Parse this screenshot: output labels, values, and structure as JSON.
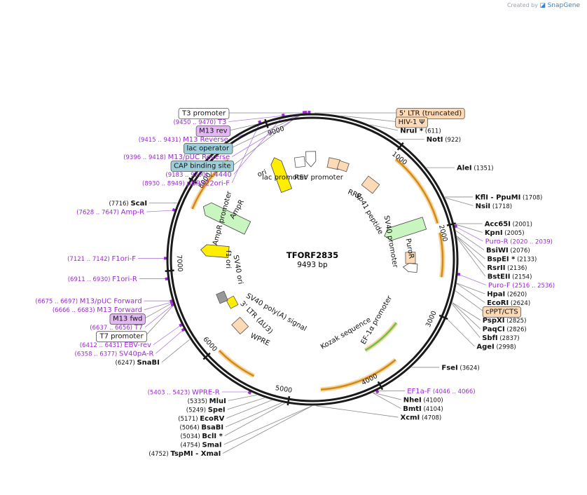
{
  "app": {
    "brand_prefix": "Created by",
    "brand_name": "SnapGene"
  },
  "plasmid": {
    "name": "TFORF2835",
    "length": "9493 bp",
    "total_bp": 9493
  },
  "colors": {
    "backbone": "#1a1a1a",
    "site": "#111111",
    "primer": "#9c27d4",
    "leader": "#7b7b7b",
    "cds_orange": "#f2b24a",
    "peach": "#fdd9b5",
    "lightgreen": "#c8f5c0",
    "yellow": "#ffee00",
    "blue_box": "#9ecfd8"
  },
  "ticks": [
    {
      "bp": 1000,
      "label": "1000"
    },
    {
      "bp": 2000,
      "label": "2000"
    },
    {
      "bp": 3000,
      "label": "3000"
    },
    {
      "bp": 4000,
      "label": "4000"
    },
    {
      "bp": 5000,
      "label": "5000"
    },
    {
      "bp": 6000,
      "label": "6000"
    },
    {
      "bp": 7000,
      "label": "7000"
    },
    {
      "bp": 8000,
      "label": "8000"
    },
    {
      "bp": 9000,
      "label": "9000"
    }
  ],
  "labels": [
    {
      "kind": "primer",
      "pre": "(9450 .. 9470)",
      "name": "T3",
      "bp": 9460
    },
    {
      "kind": "box",
      "style": "purple",
      "name": "M13 rev",
      "bp": 9440
    },
    {
      "kind": "primer",
      "pre": "(9415 .. 9431)",
      "name": "M13 Reverse",
      "bp": 9423
    },
    {
      "kind": "box",
      "style": "blue",
      "name": "lac operator",
      "bp": 9410
    },
    {
      "kind": "primer",
      "pre": "(9396 .. 9418)",
      "name": "M13/pUC Reverse",
      "bp": 9407
    },
    {
      "kind": "box",
      "style": "blue",
      "name": "CAP binding site",
      "bp": 9380
    },
    {
      "kind": "primer",
      "pre": "(9183 .. 9200)",
      "name": "L4440",
      "bp": 9191
    },
    {
      "kind": "primer",
      "pre": "(8930 .. 8949)",
      "name": "pBR322ori-F",
      "bp": 8939
    },
    {
      "kind": "box",
      "style": "white",
      "name": "T3 promoter",
      "bp": 9470
    },
    {
      "kind": "box",
      "style": "peach",
      "name": "5' LTR (truncated)",
      "bp": 20
    },
    {
      "kind": "box",
      "style": "peach",
      "name": "HIV-1 Ψ",
      "bp": 300
    },
    {
      "kind": "site",
      "name": "NruI",
      "star": true,
      "post": "(611)",
      "bp": 611
    },
    {
      "kind": "site",
      "name": "NotI",
      "post": "(922)",
      "bp": 922
    },
    {
      "kind": "site",
      "name": "AleI",
      "post": "(1351)",
      "bp": 1351
    },
    {
      "kind": "site",
      "name": "KflI",
      "extra": "-  PpuMI",
      "post": "(1708)",
      "bp": 1708
    },
    {
      "kind": "site",
      "name": "NsiI",
      "post": "(1718)",
      "bp": 1718
    },
    {
      "kind": "site",
      "name": "Acc65I",
      "post": "(2001)",
      "bp": 2001
    },
    {
      "kind": "site",
      "name": "KpnI",
      "post": "(2005)",
      "bp": 2005
    },
    {
      "kind": "primer",
      "name": "Puro-R",
      "post": "(2020 .. 2039)",
      "bp": 2030
    },
    {
      "kind": "site",
      "name": "BsiWI",
      "post": "(2076)",
      "bp": 2076
    },
    {
      "kind": "site",
      "name": "BspEI",
      "star": true,
      "post": "(2133)",
      "bp": 2133
    },
    {
      "kind": "site",
      "name": "RsrII",
      "post": "(2136)",
      "bp": 2136
    },
    {
      "kind": "site",
      "name": "BstEII",
      "post": "(2154)",
      "bp": 2154
    },
    {
      "kind": "primer",
      "name": "Puro-F",
      "post": "(2516 .. 2536)",
      "bp": 2526
    },
    {
      "kind": "site",
      "name": "HpaI",
      "post": "(2620)",
      "bp": 2620
    },
    {
      "kind": "site",
      "name": "EcoRI",
      "post": "(2624)",
      "bp": 2624
    },
    {
      "kind": "box",
      "style": "peach",
      "name": "cPPT/CTS",
      "bp": 2700
    },
    {
      "kind": "site",
      "name": "PspXI",
      "post": "(2825)",
      "bp": 2825
    },
    {
      "kind": "site",
      "name": "PaqCI",
      "post": "(2826)",
      "bp": 2826
    },
    {
      "kind": "site",
      "name": "SbfI",
      "post": "(2837)",
      "bp": 2837
    },
    {
      "kind": "site",
      "name": "AgeI",
      "post": "(2998)",
      "bp": 2998
    },
    {
      "kind": "site",
      "name": "FseI",
      "post": "(3624)",
      "bp": 3624
    },
    {
      "kind": "primer",
      "name": "EF1a-F",
      "post": "(4046 .. 4066)",
      "bp": 4056
    },
    {
      "kind": "site",
      "name": "NheI",
      "post": "(4100)",
      "bp": 4100
    },
    {
      "kind": "site",
      "name": "BmtI",
      "post": "(4104)",
      "bp": 4104
    },
    {
      "kind": "site",
      "name": "XcmI",
      "post": "(4708)",
      "bp": 4708
    },
    {
      "kind": "site",
      "pre": "(4754)",
      "name": "SmaI",
      "bp": 4754
    },
    {
      "kind": "site",
      "pre": "(4752)",
      "name": "TspMI",
      "extra": "-  XmaI",
      "bp": 4752
    },
    {
      "kind": "site",
      "pre": "(5034)",
      "name": "BclI",
      "star": true,
      "bp": 5034
    },
    {
      "kind": "site",
      "pre": "(5064)",
      "name": "BsaBI",
      "bp": 5064
    },
    {
      "kind": "site",
      "pre": "(5171)",
      "name": "EcoRV",
      "bp": 5171
    },
    {
      "kind": "site",
      "pre": "(5249)",
      "name": "SpeI",
      "bp": 5249
    },
    {
      "kind": "site",
      "pre": "(5335)",
      "name": "MluI",
      "bp": 5335
    },
    {
      "kind": "primer",
      "pre": "(5403 .. 5423)",
      "name": "WPRE-R",
      "bp": 5413
    },
    {
      "kind": "site",
      "pre": "(6247)",
      "name": "SnaBI",
      "bp": 6247
    },
    {
      "kind": "primer",
      "pre": "(6358 .. 6377)",
      "name": "SV40pA-R",
      "bp": 6367
    },
    {
      "kind": "primer",
      "pre": "(6412 .. 6431)",
      "name": "EBV-rev",
      "bp": 6421
    },
    {
      "kind": "box",
      "style": "white",
      "name": "T7 promoter",
      "bp": 6637
    },
    {
      "kind": "primer",
      "pre": "(6637 .. 6656)",
      "name": "T7",
      "bp": 6646
    },
    {
      "kind": "box",
      "style": "purple",
      "name": "M13 fwd",
      "bp": 6666
    },
    {
      "kind": "primer",
      "pre": "(6666 .. 6683)",
      "name": "M13 Forward",
      "bp": 6674
    },
    {
      "kind": "primer",
      "pre": "(6675 .. 6697)",
      "name": "M13/pUC Forward",
      "bp": 6686
    },
    {
      "kind": "primer",
      "pre": "(6911 .. 6930)",
      "name": "F1ori-R",
      "bp": 6920
    },
    {
      "kind": "primer",
      "pre": "(7121 .. 7142)",
      "name": "F1ori-F",
      "bp": 7131
    },
    {
      "kind": "primer",
      "pre": "(7628 .. 7647)",
      "name": "Amp-R",
      "bp": 7637
    },
    {
      "kind": "site",
      "pre": "(7716)",
      "name": "ScaI",
      "bp": 7716
    }
  ],
  "inner_labels": [
    {
      "name": "ori"
    },
    {
      "name": "lac promoter"
    },
    {
      "name": "RSV promoter"
    },
    {
      "name": "RRE"
    },
    {
      "name": "gp41 peptide"
    },
    {
      "name": "SV40 promoter"
    },
    {
      "name": "PuroR"
    },
    {
      "name": "EF-1α promoter"
    },
    {
      "name": "Kozak sequence"
    },
    {
      "name": "WPRE"
    },
    {
      "name": "3' LTR (ΔU3)"
    },
    {
      "name": "SV40 poly(A) signal"
    },
    {
      "name": "SV40 ori"
    },
    {
      "name": "f1 ori"
    },
    {
      "name": "AmpR promoter"
    },
    {
      "name": "AmpR"
    }
  ]
}
